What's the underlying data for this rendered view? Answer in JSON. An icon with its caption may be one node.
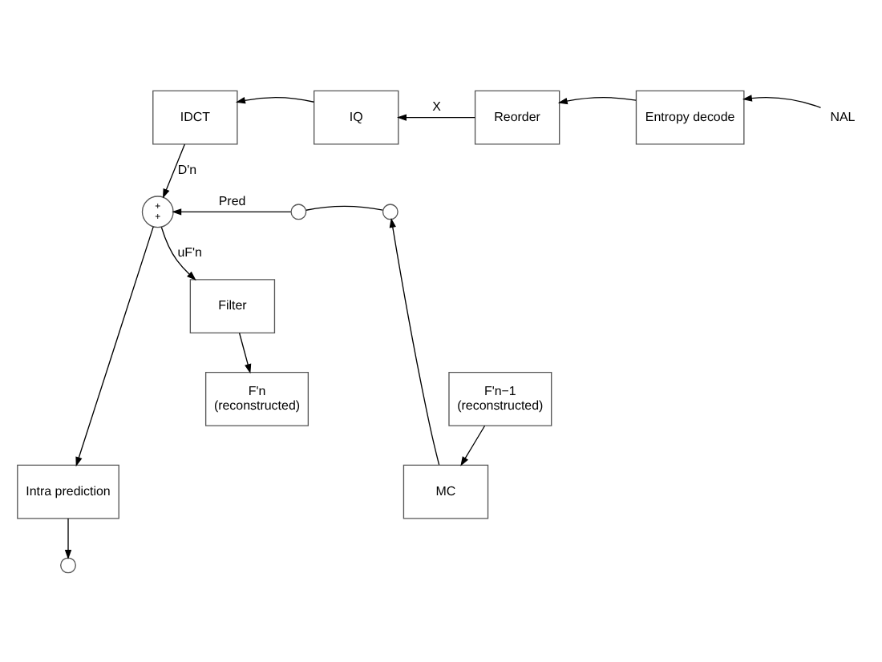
{
  "diagram": {
    "nodes": [
      {
        "text": [
          "IDCT"
        ]
      },
      {
        "text": [
          "IQ"
        ]
      },
      {
        "text": [
          "Reorder"
        ]
      },
      {
        "text": [
          "Entropy decode"
        ]
      },
      {
        "text": [
          "NAL"
        ]
      },
      {
        "text": [
          "+",
          "+"
        ]
      },
      {
        "text": [],
        "shape": "circle"
      },
      {
        "text": [],
        "shape": "circle"
      },
      {
        "text": [],
        "shape": "circle"
      },
      {
        "text": [
          "Intra prediction"
        ]
      },
      {
        "text": [
          "MC"
        ]
      },
      {
        "text": [
          "Filter"
        ]
      },
      {
        "text": [
          "F'n",
          "(reconstructed)"
        ]
      },
      {
        "text": [
          "F'n−1",
          "(reconstructed)"
        ]
      }
    ],
    "edges": [
      {
        "from": 4,
        "to": 3,
        "arrow": "to"
      },
      {
        "from": 3,
        "to": 2,
        "arrow": "to"
      },
      {
        "from": 2,
        "to": 1,
        "arrow": "to",
        "label": "X"
      },
      {
        "from": 1,
        "to": 0,
        "arrow": "to"
      },
      {
        "from": 0,
        "to": 5,
        "arrow": "to",
        "label": "D'n"
      },
      {
        "from": 6,
        "to": 5,
        "arrow": "to",
        "label": "Pred"
      },
      {
        "from": 6,
        "to": 7,
        "arrow": "none"
      },
      {
        "from": 10,
        "to": 7,
        "arrow": "to"
      },
      {
        "from": 9,
        "to": 8,
        "arrow": "to"
      },
      {
        "from": 5,
        "to": 11,
        "arrow": "to",
        "label": "uF'n"
      },
      {
        "from": 5,
        "to": 9,
        "arrow": "to"
      },
      {
        "from": 11,
        "to": 12,
        "arrow": "to"
      },
      {
        "from": 13,
        "to": 10,
        "arrow": "to"
      }
    ]
  }
}
